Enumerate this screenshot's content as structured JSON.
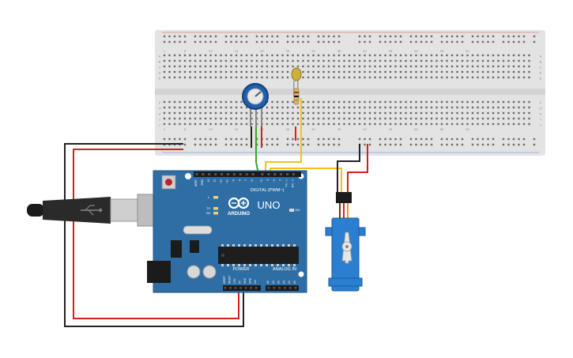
{
  "breadboard": {
    "col_numbers_top": [
      "1",
      "5",
      "10",
      "15",
      "20",
      "25",
      "30",
      "35",
      "40",
      "45",
      "50",
      "55",
      "60"
    ],
    "col_numbers_bottom": [
      "1",
      "5",
      "10",
      "15",
      "20",
      "25",
      "30",
      "35",
      "40",
      "45",
      "50",
      "55",
      "60"
    ],
    "row_letters_top": [
      "A",
      "B",
      "C",
      "D",
      "E"
    ],
    "row_letters_bottom": [
      "F",
      "G",
      "H",
      "I",
      "J"
    ]
  },
  "arduino": {
    "board_name": "UNO",
    "brand": "ARDUINO",
    "digital_label": "DIGITAL (PWM~)",
    "power_label": "POWER",
    "analog_label": "ANALOG IN",
    "on_label": "ON",
    "tx_label": "TX",
    "rx_label": "RX",
    "l_label": "L",
    "digital_pins": [
      "AREF",
      "GND",
      "13",
      "12",
      "~11",
      "~10",
      "~9",
      "8",
      "7",
      "~6",
      "~5",
      "4",
      "~3",
      "2",
      "TX→1",
      "RX←0"
    ],
    "power_pins": [
      "IOREF",
      "RESET",
      "3.3V",
      "5V",
      "GND",
      "GND",
      "Vin"
    ],
    "analog_pins": [
      "A0",
      "A1",
      "A2",
      "A3",
      "A4",
      "A5"
    ]
  },
  "colors": {
    "breadboard": "#e3e3e3",
    "board": "#2f6ea4",
    "wire_red": "#d62020",
    "wire_black": "#222222",
    "wire_yellow": "#f2c21b",
    "wire_green": "#34a82c",
    "servo": "#2a7fd0",
    "potentiometer": "#1e5fb0"
  }
}
